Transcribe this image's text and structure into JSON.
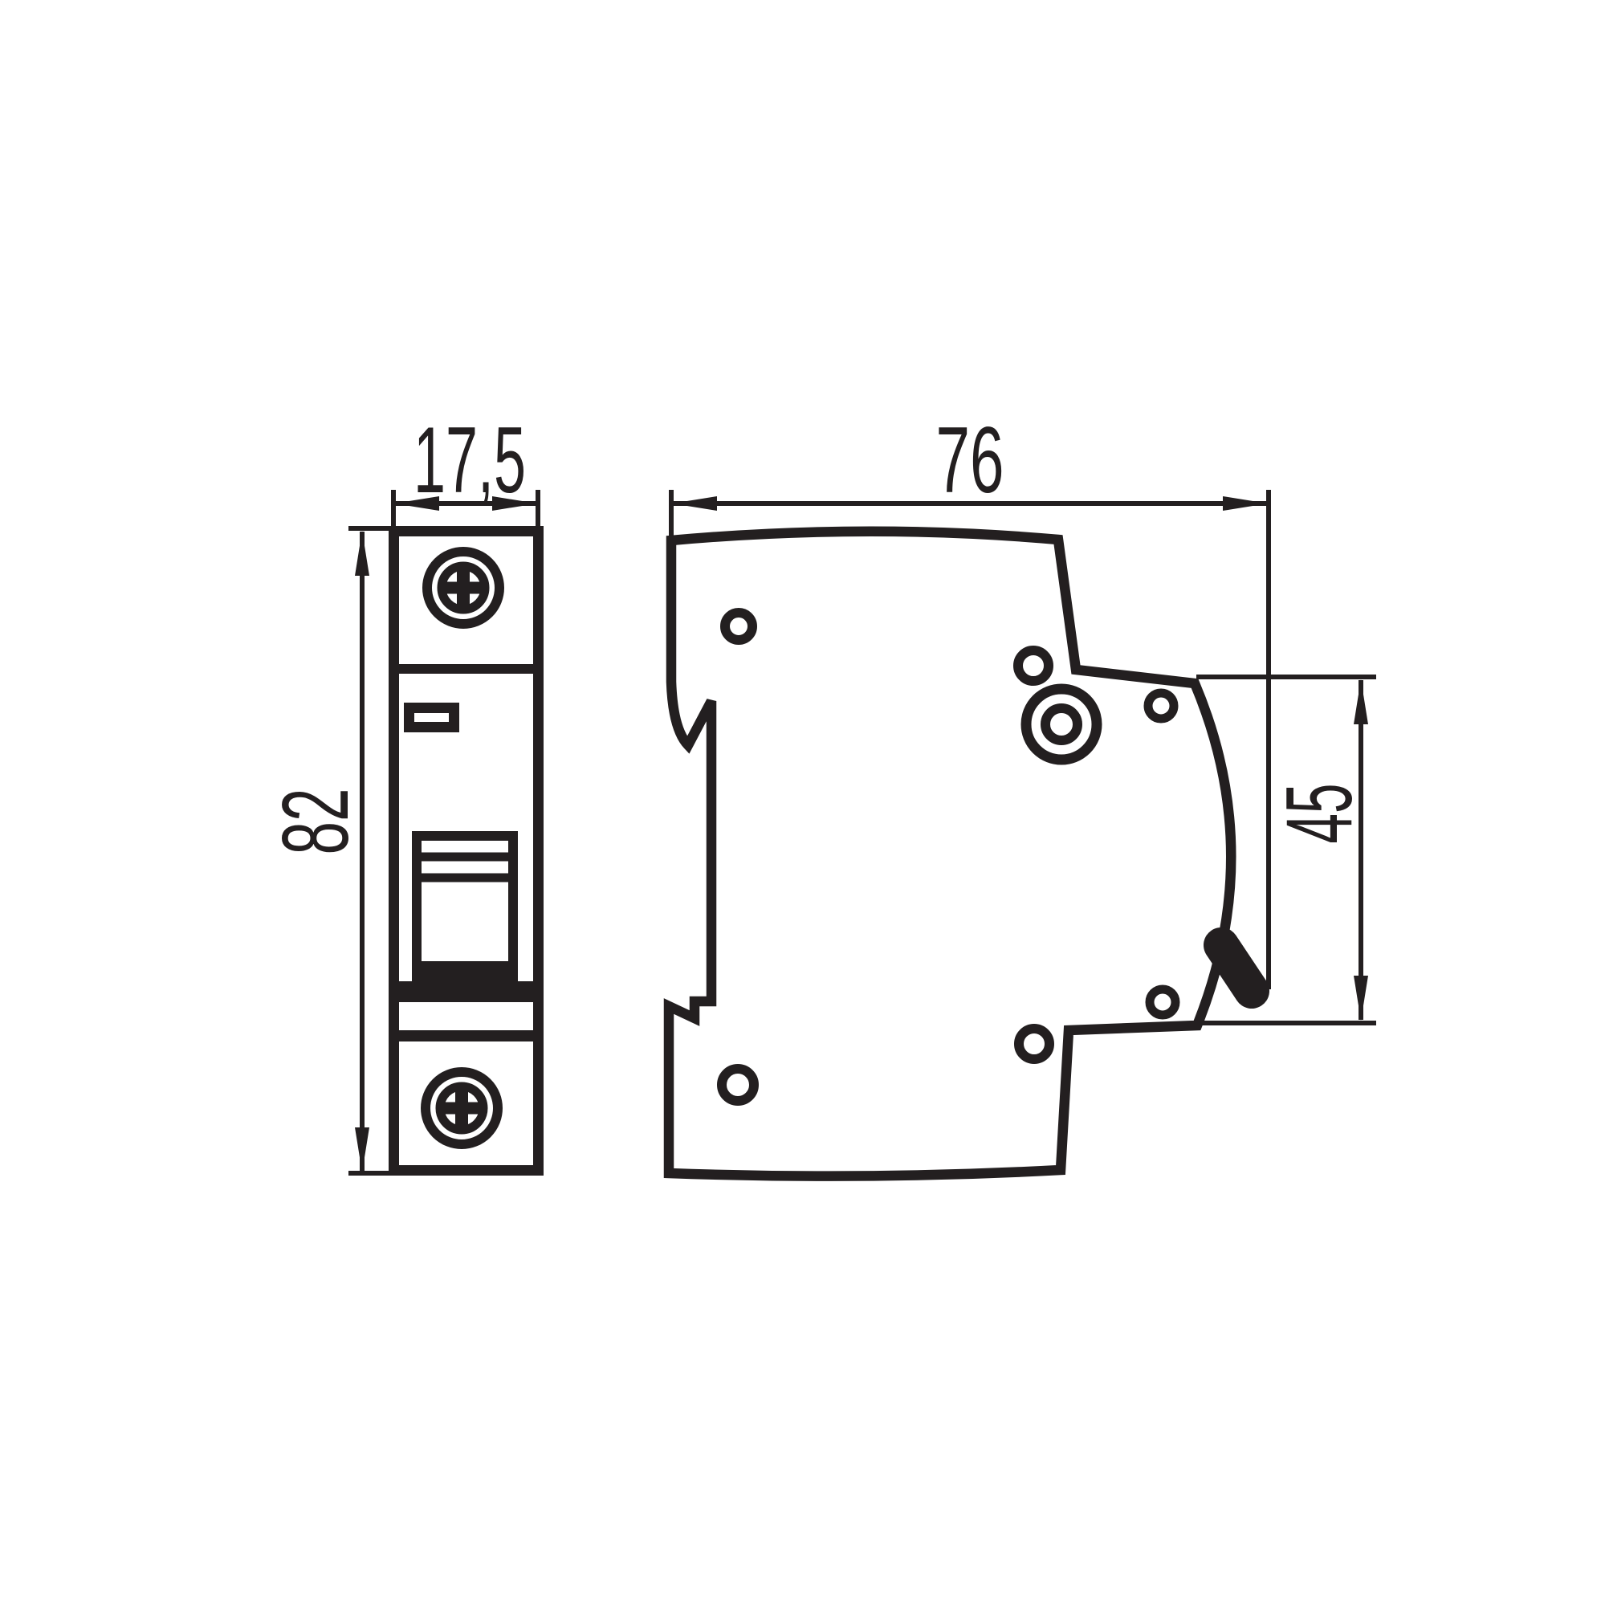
{
  "drawing": {
    "subject": "miniature-circuit-breaker-dimension-drawing",
    "dimensions": {
      "width": "17,5",
      "height": "82",
      "depth": "76",
      "lever_zone": "45"
    },
    "colors": {
      "line": "#231f20",
      "background": "#ffffff"
    }
  }
}
